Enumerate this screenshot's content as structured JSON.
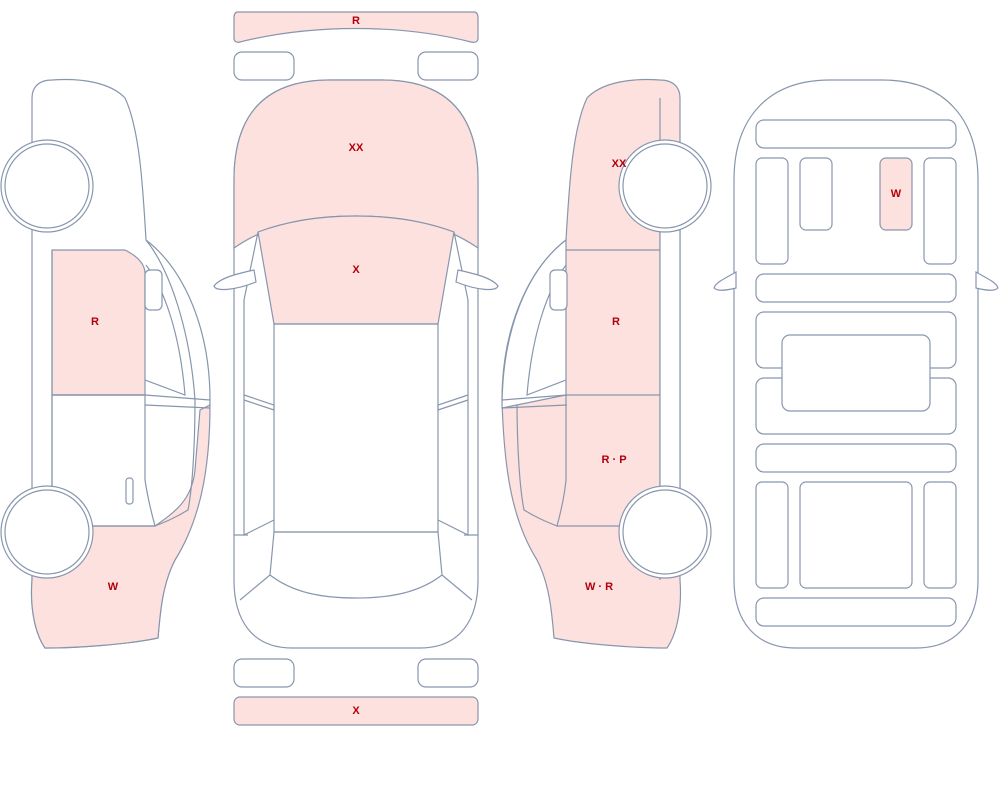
{
  "colors": {
    "damage_fill": "#fde1df",
    "outline": "#8896ad",
    "label": "#b0000a"
  },
  "views": {
    "left_side": {
      "front_door": "R",
      "front_fender": "",
      "rear_quarter": "W"
    },
    "top": {
      "front_bumper": "R",
      "hood": "XX",
      "windshield": "X",
      "rear_bumper": "X"
    },
    "right_side": {
      "front_fender": "XX",
      "front_door": "R",
      "rear_door": "R · P",
      "rear_quarter": "W · R"
    },
    "interior": {
      "rear_seat_panel": "W"
    }
  }
}
